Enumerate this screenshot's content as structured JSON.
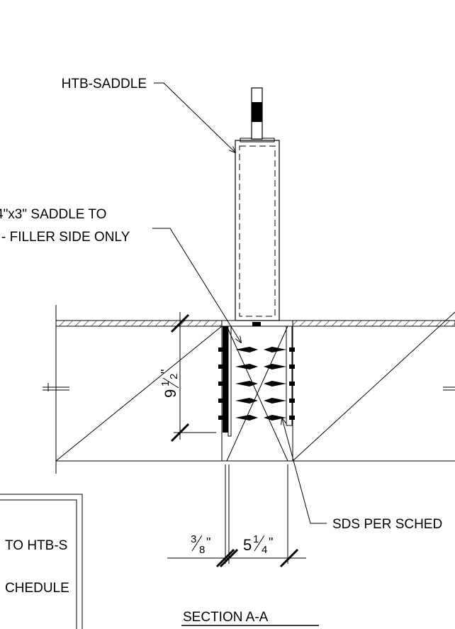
{
  "labels": {
    "htb_saddle": "HTB-SADDLE",
    "saddle_note_line1": "4\"x3\" SADDLE TO",
    "saddle_note_line2": "- FILLER SIDE ONLY",
    "sds_note": "SDS PER SCHED",
    "box_line1": "TO HTB-S",
    "box_line2": "CHEDULE",
    "section_title": "SECTION A-A"
  },
  "dimensions": {
    "height": {
      "whole": "9",
      "num": "1",
      "den": "2",
      "unit": "\""
    },
    "left_width": {
      "num": "3",
      "den": "8",
      "unit": "\""
    },
    "main_width": {
      "whole": "5",
      "num": "1",
      "den": "4",
      "unit": "\""
    }
  }
}
